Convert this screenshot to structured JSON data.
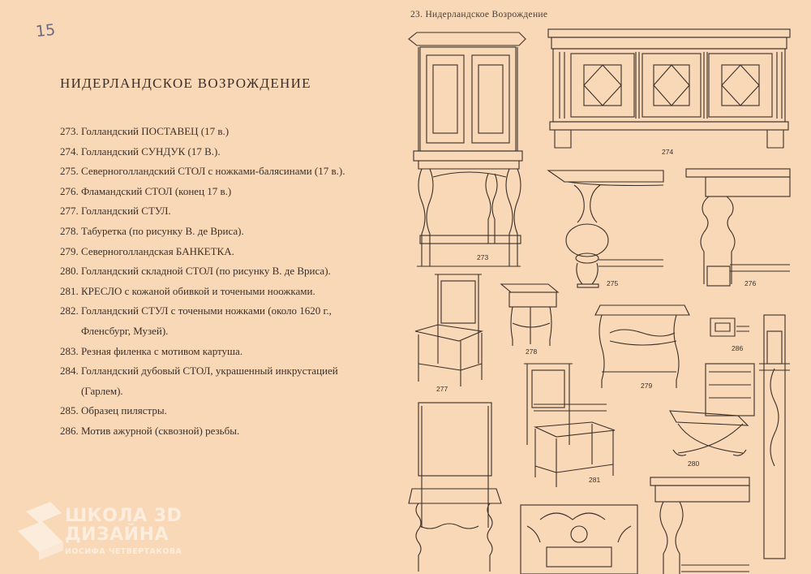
{
  "page_number_handwritten": "15",
  "title": "НИДЕРЛАНДСКОЕ ВОЗРОЖДЕНИЕ",
  "items": [
    {
      "num": "273.",
      "text": "Голландский ПОСТАВЕЦ (17 в.)"
    },
    {
      "num": "274.",
      "text": "Голландский СУНДУК (17 В.)."
    },
    {
      "num": "275.",
      "text": "Северноголландский СТОЛ с ножками-балясинами (17 в.)."
    },
    {
      "num": "276.",
      "text": "Фламандский СТОЛ (конец 17 в.)"
    },
    {
      "num": "277.",
      "text": "Голландский СТУЛ."
    },
    {
      "num": "278.",
      "text": "Табуретка (по рисунку В. де Вриса)."
    },
    {
      "num": "279.",
      "text": "Северноголландская БАНКЕТКА."
    },
    {
      "num": "280.",
      "text": "Голландский складной СТОЛ (по рисунку В. де Вриса)."
    },
    {
      "num": "281.",
      "text": "КРЕСЛО  с кожаной обивкой и точеными ноожками."
    },
    {
      "num": "282.",
      "text": "Голландский СТУЛ с точеными ножками (около 1620 г.,",
      "cont": "Фленсбург, Музей)."
    },
    {
      "num": "283.",
      "text": "Резная филенка с мотивом картуша."
    },
    {
      "num": "284.",
      "text": "Голландский дубовый СТОЛ, украшенный инкрустацией",
      "cont": "(Гарлем)."
    },
    {
      "num": "285.",
      "text": "Образец пилястры."
    },
    {
      "num": "286.",
      "text": "Мотив ажурной (сквозной) резьбы."
    }
  ],
  "plate": {
    "title": "23. Нидерландское Возрождение",
    "captions": [
      "273",
      "274",
      "275",
      "276",
      "277",
      "278",
      "279",
      "280",
      "281",
      "286"
    ]
  },
  "watermark": {
    "line1": "ШКОЛА 3D",
    "line2": "ДИЗАЙНА",
    "line3": "ИОСИФА ЧЕТВЕРТАКОВА"
  }
}
